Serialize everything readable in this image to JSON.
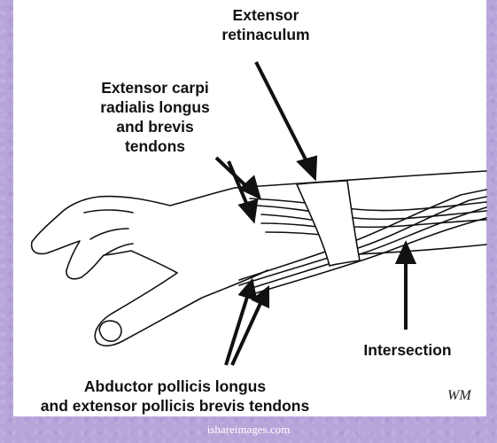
{
  "labels": {
    "retinaculum": "Extensor\nretinaculum",
    "ecr_tendons": "Extensor carpi\nradialis longus\nand brevis\ntendons",
    "intersection": "Intersection",
    "apl_epb": "Abductor pollicis longus\nand extensor pollicis brevis tendons"
  },
  "signature": "WM",
  "credit": "ishareimages.com",
  "colors": {
    "background": "#b7a4d9",
    "panel": "#ffffff",
    "ink": "#111111"
  }
}
